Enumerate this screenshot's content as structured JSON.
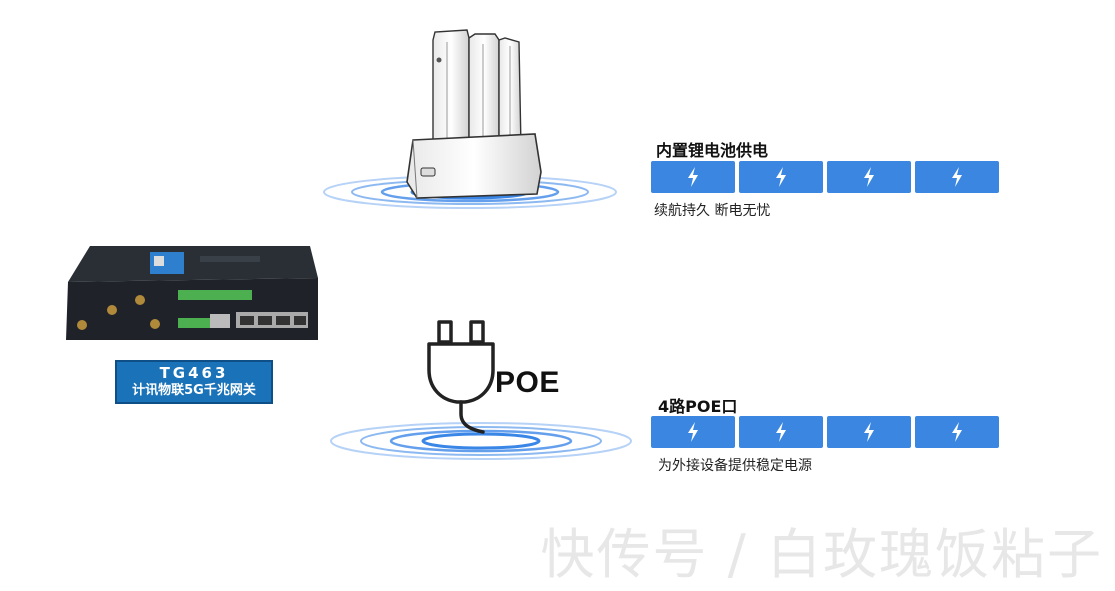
{
  "product": {
    "model": "TG463",
    "description": "计讯物联5G千兆网关"
  },
  "poe_label": "POE",
  "features": [
    {
      "title": "内置锂电池供电",
      "subtitle": "续航持久 断电无忧",
      "icon": "lightning-bolt-icon",
      "bars": 4
    },
    {
      "title": "4路POE口",
      "subtitle": "为外接设备提供稳定电源",
      "icon": "lightning-bolt-icon",
      "bars": 4
    }
  ],
  "watermark": "快传号 / 白玫瑰饭粘子",
  "colors": {
    "bar_blue": "#3a86e0",
    "ripple_blue": "#2f7fe6",
    "label_blue": "#1a73b8"
  }
}
